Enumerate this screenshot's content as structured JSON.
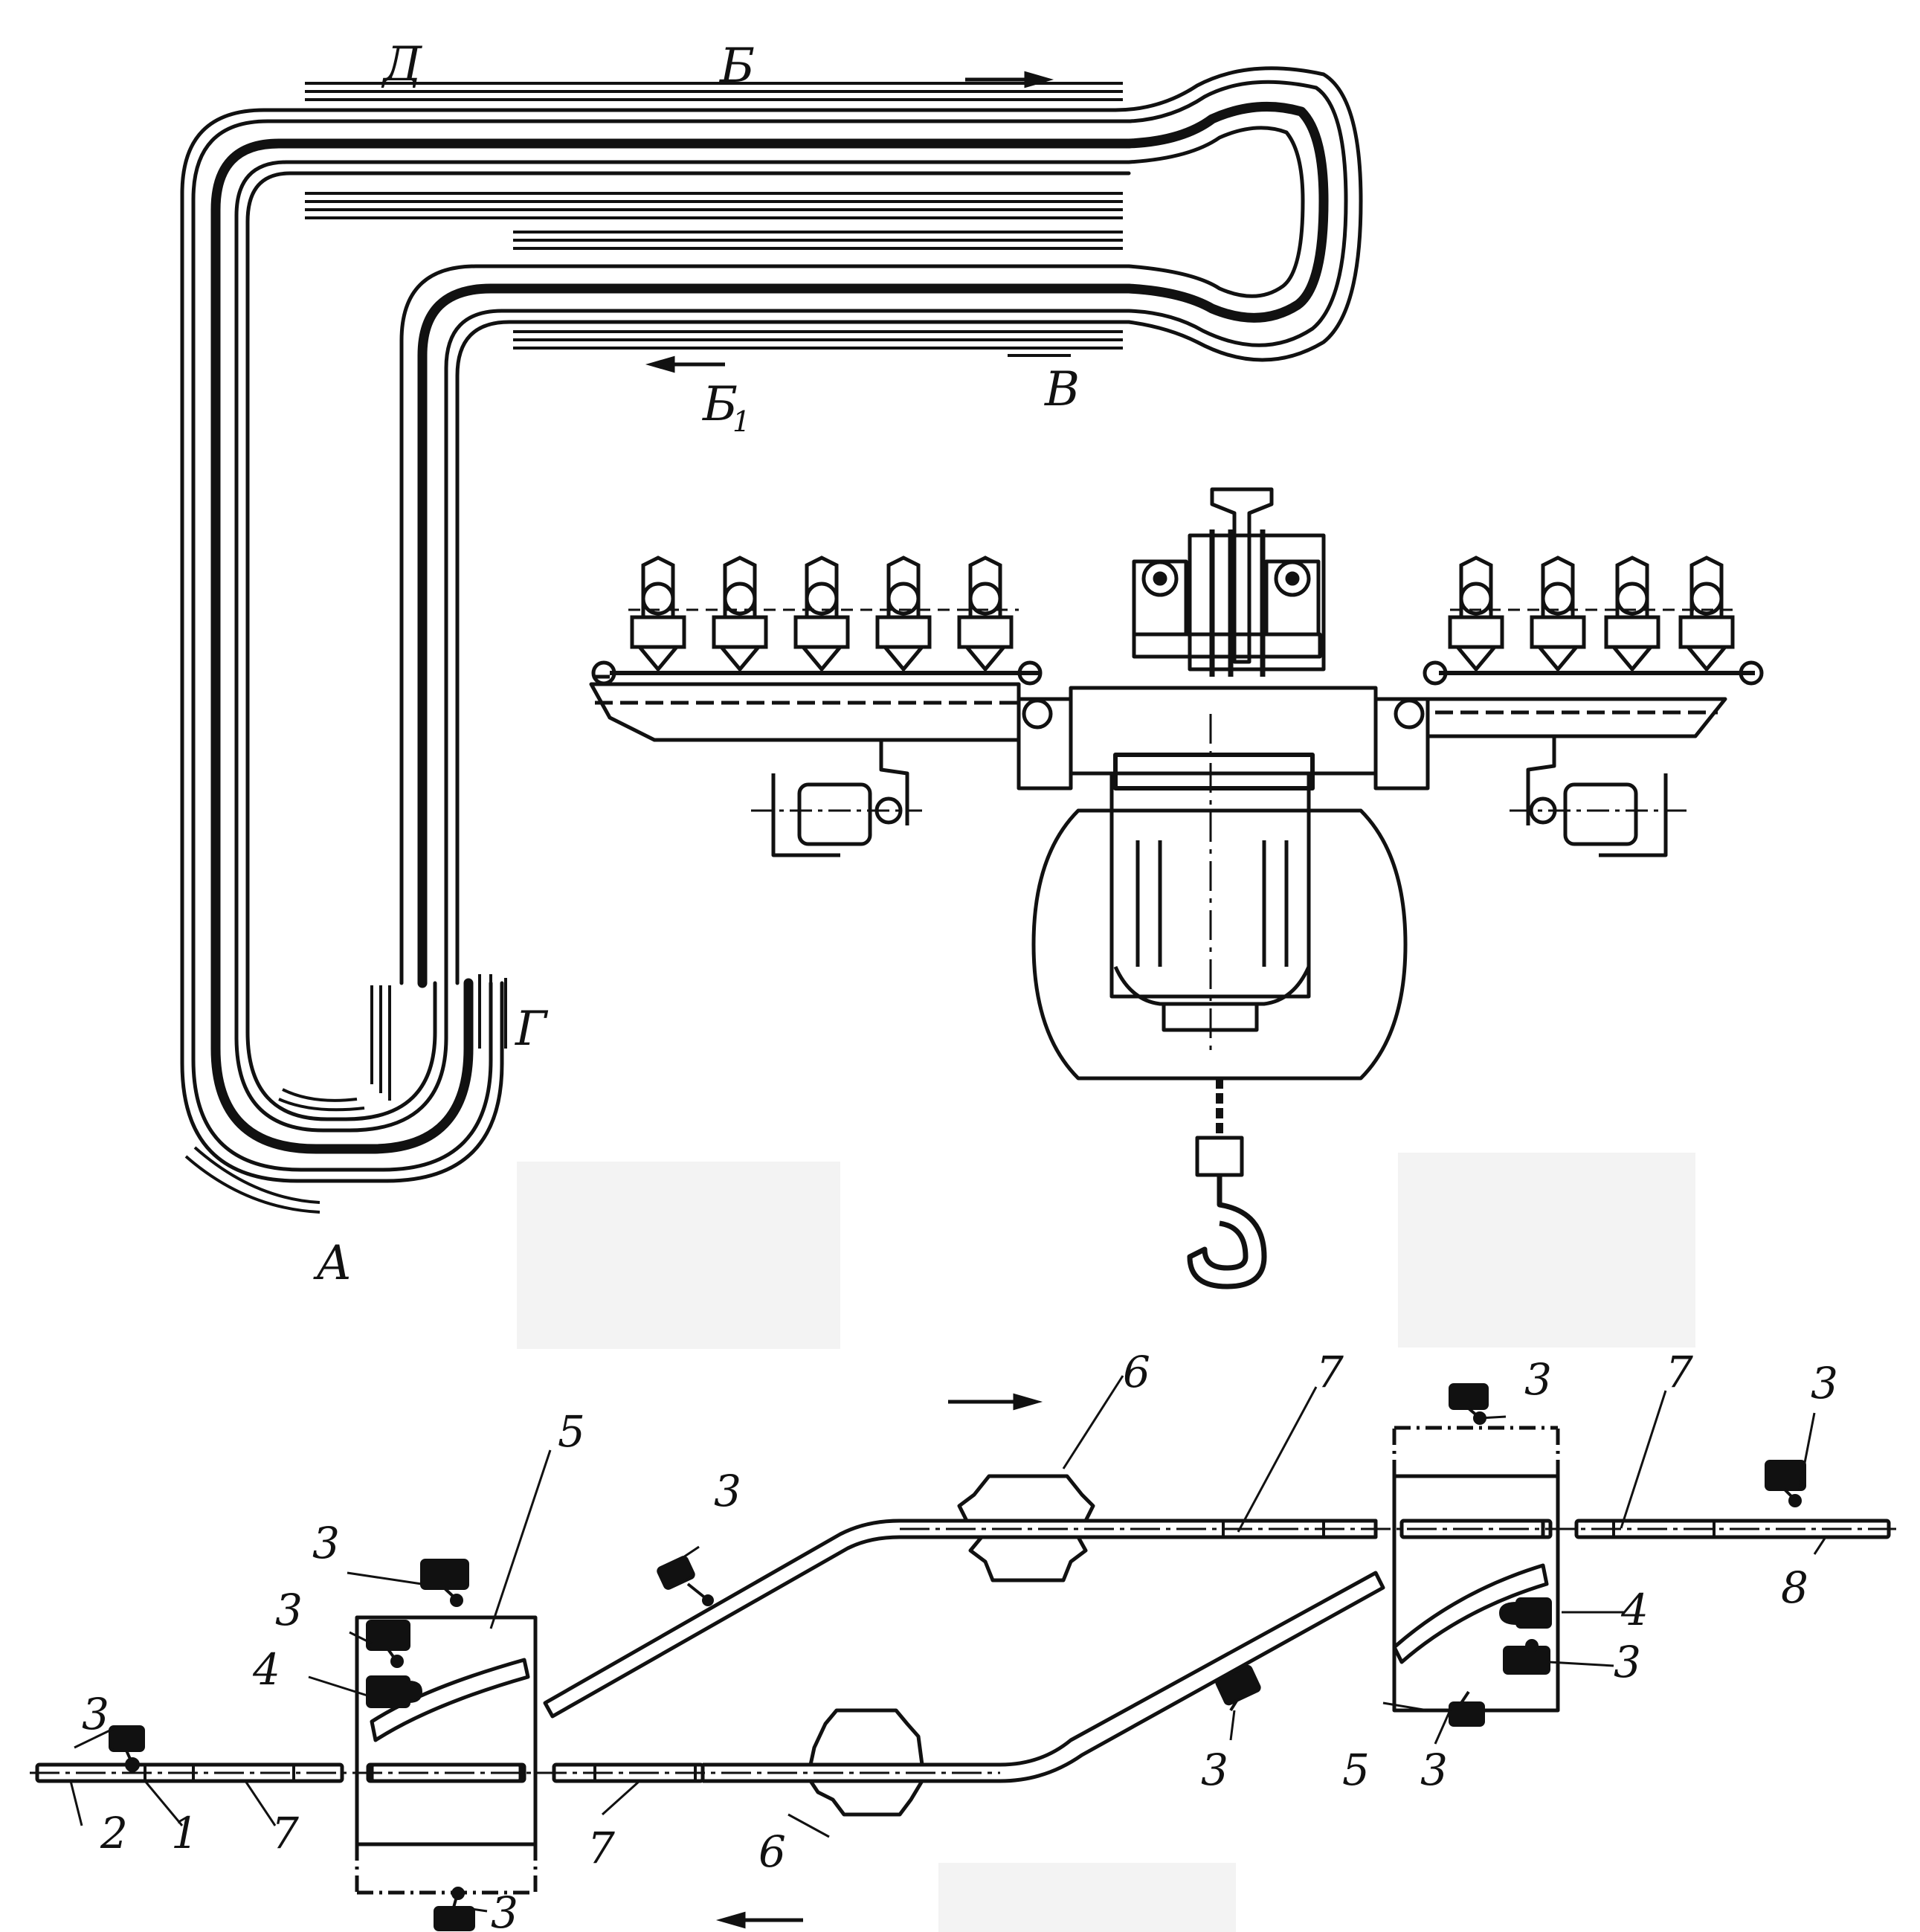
{
  "diagram_top": {
    "labels": {
      "D": "Д",
      "B": "Б",
      "B1": "Б",
      "B1_sub": "1",
      "V": "В",
      "G": "Г",
      "A": "А"
    }
  },
  "diagram_bottom": {
    "labels": {
      "n1": "1",
      "n2": "2",
      "n3": "3",
      "n4": "4",
      "n5": "5",
      "n6": "6",
      "n7": "7",
      "n8": "8"
    }
  },
  "colors": {
    "ink": "#111111",
    "paper": "#ffffff",
    "smudge": "#f2f2f2"
  }
}
